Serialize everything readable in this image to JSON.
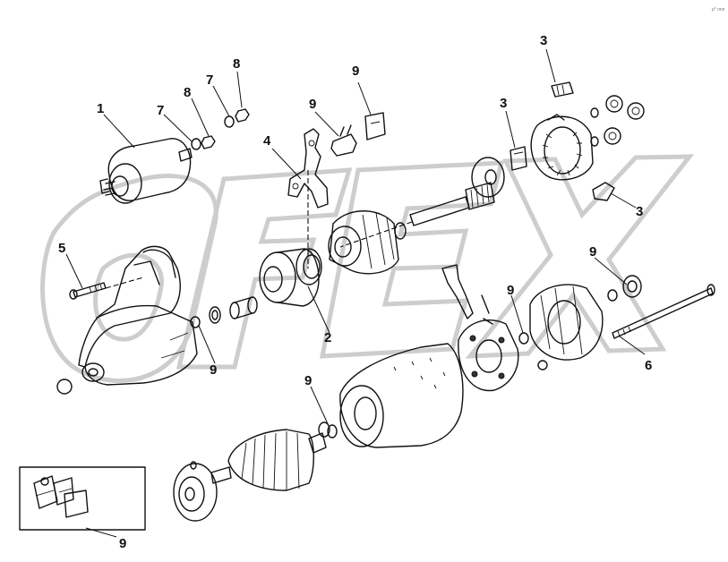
{
  "callouts": [
    {
      "id": "c1",
      "label": "1"
    },
    {
      "id": "c2",
      "label": "2"
    },
    {
      "id": "c3a",
      "label": "3"
    },
    {
      "id": "c3b",
      "label": "3"
    },
    {
      "id": "c3c",
      "label": "3"
    },
    {
      "id": "c4",
      "label": "4"
    },
    {
      "id": "c5",
      "label": "5"
    },
    {
      "id": "c6",
      "label": "6"
    },
    {
      "id": "c7a",
      "label": "7"
    },
    {
      "id": "c7b",
      "label": "7"
    },
    {
      "id": "c8a",
      "label": "8"
    },
    {
      "id": "c8b",
      "label": "8"
    },
    {
      "id": "c9a",
      "label": "9"
    },
    {
      "id": "c9b",
      "label": "9"
    },
    {
      "id": "c9c",
      "label": "9"
    },
    {
      "id": "c9d",
      "label": "9"
    },
    {
      "id": "c9e",
      "label": "9"
    },
    {
      "id": "c9f",
      "label": "9"
    },
    {
      "id": "c9g",
      "label": "9"
    }
  ],
  "inset": {
    "caption": "9"
  },
  "watermark": {
    "text": "OFEX"
  },
  "corner_mark": "p* nnn",
  "colors": {
    "line": "#111111",
    "watermark": "#c8c8c8",
    "background": "#ffffff"
  },
  "icons": [
    "starter-solenoid",
    "drive-pinion",
    "brush-holder",
    "shift-fork",
    "through-bolt",
    "armature",
    "yoke",
    "end-frame",
    "drive-housing",
    "lubricant-kit"
  ]
}
